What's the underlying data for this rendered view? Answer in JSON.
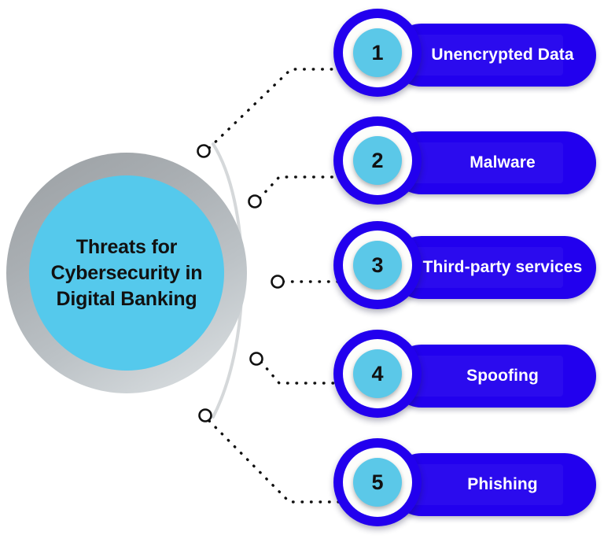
{
  "hub": {
    "title": "Threats for Cybersecurity in Digital Banking",
    "title_lines": [
      "Threats for",
      "Cybersecurity in",
      "Digital Banking"
    ],
    "core_color": "#55c9ec",
    "ring_color": "#b4b9bd"
  },
  "theme": {
    "pill_color": "#2200ee",
    "badge_ring_color": "#2200ee",
    "badge_inner_color": "#5bc8e8",
    "badge_white_color": "#fdfdfb",
    "label_color": "#ffffff",
    "connector_color": "#111111",
    "arc_color": "#d5d8da",
    "background": "#ffffff"
  },
  "items": [
    {
      "number": "1",
      "label": "Unencrypted Data"
    },
    {
      "number": "2",
      "label": "Malware"
    },
    {
      "number": "3",
      "label": "Third-party services"
    },
    {
      "number": "4",
      "label": "Spoofing"
    },
    {
      "number": "5",
      "label": "Phishing"
    }
  ]
}
